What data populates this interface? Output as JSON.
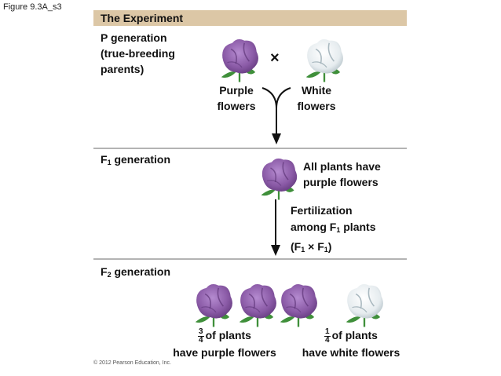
{
  "figure_label": "Figure 9.3A_s3",
  "header": {
    "title": "The Experiment"
  },
  "p_generation": {
    "label_lines": [
      "P generation",
      "(true-breeding",
      "parents)"
    ],
    "cross_symbol": "×",
    "purple_caption": [
      "Purple",
      "flowers"
    ],
    "white_caption": [
      "White",
      "flowers"
    ]
  },
  "f1_generation": {
    "label": "F",
    "label_sub": "1",
    "label_rest": " generation",
    "result_lines": [
      "All plants have",
      "purple flowers"
    ],
    "fertilization": {
      "line1": "Fertilization",
      "line2_pre": "among F",
      "line2_sub": "1",
      "line2_post": " plants",
      "line3_open": "(F",
      "line3_sub_a": "1",
      "line3_cross": " × F",
      "line3_sub_b": "1",
      "line3_close": ")"
    }
  },
  "f2_generation": {
    "label": "F",
    "label_sub": "2",
    "label_rest": " generation",
    "purple_fraction": {
      "numerator": "3",
      "denominator": "4"
    },
    "purple_line1": "of plants",
    "purple_line2": "have purple flowers",
    "white_fraction": {
      "numerator": "1",
      "denominator": "4"
    },
    "white_line1": "of plants",
    "white_line2": "have white flowers"
  },
  "copyright": "© 2012 Pearson Education, Inc.",
  "colors": {
    "header_bg": "#dcc7a6",
    "purple_petal": "#8a5aa6",
    "purple_dark": "#5e3578",
    "white_petal": "#eef2f4",
    "white_shade": "#b9c6cc",
    "leaf": "#3f8f3a",
    "rule": "#b3b3b3"
  },
  "icons": [
    "purple-flower-icon",
    "white-flower-icon",
    "cross-symbol",
    "down-arrow-icon",
    "bracket-icon"
  ]
}
